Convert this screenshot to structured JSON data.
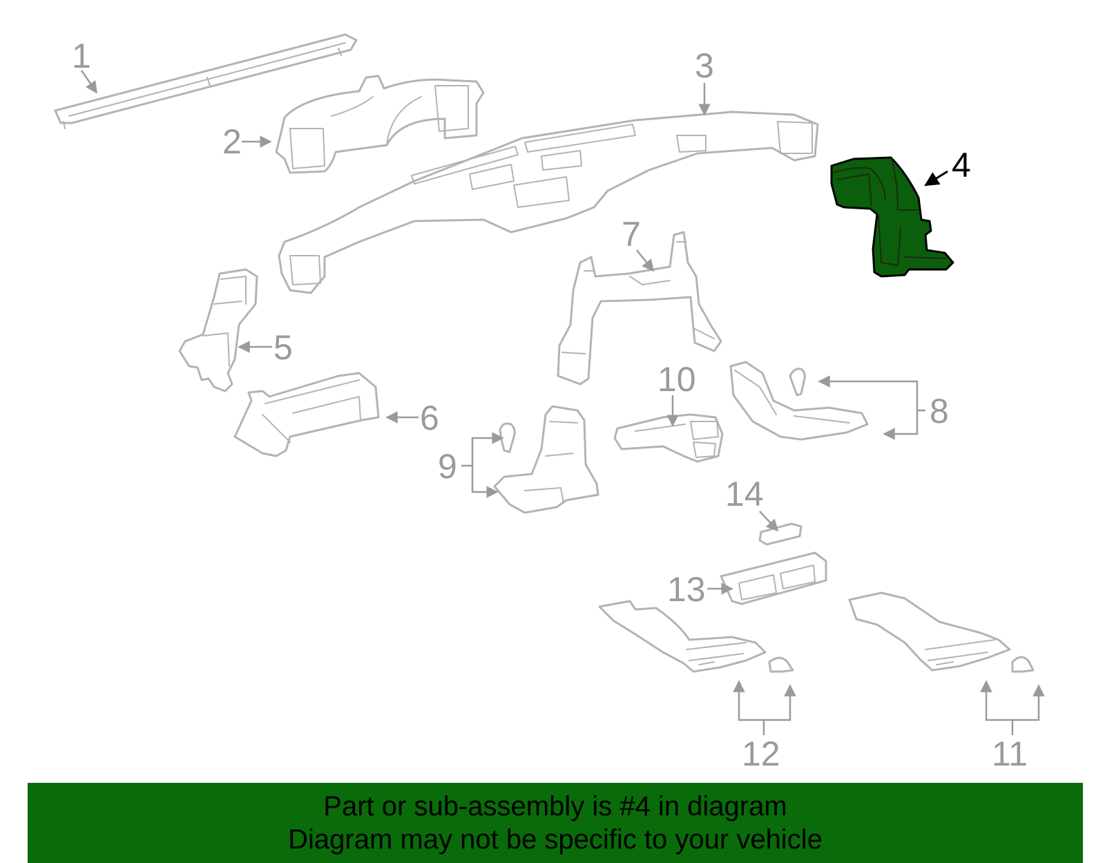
{
  "callouts": {
    "c1": "1",
    "c2": "2",
    "c3": "3",
    "c4": "4",
    "c5": "5",
    "c6": "6",
    "c7": "7",
    "c8": "8",
    "c9": "9",
    "c10": "10",
    "c11": "11",
    "c12": "12",
    "c13": "13",
    "c14": "14"
  },
  "highlighted_part": "4",
  "banner": {
    "line1": "Part or sub-assembly is #4 in diagram",
    "line2": "Diagram may not be specific to your vehicle"
  },
  "colors": {
    "highlight_fill": "#0b5e0b",
    "banner_background": "#0a6b0a",
    "part_outline": "#b3b3b3",
    "callout_gray": "#9a9a9a"
  }
}
